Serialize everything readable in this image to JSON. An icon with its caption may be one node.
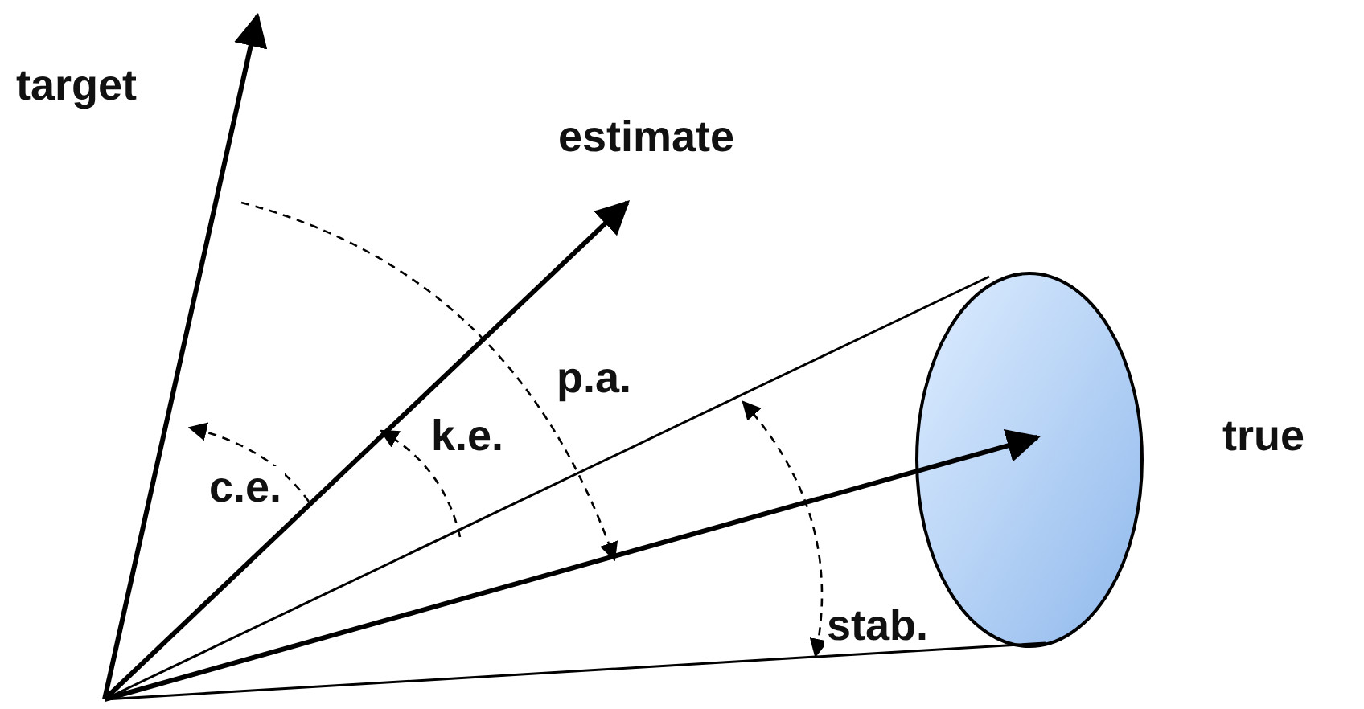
{
  "diagram": {
    "labels": [
      "target",
      "estimate",
      "p.a.",
      "true",
      "k.e.",
      "c.e.",
      "stab."
    ]
  }
}
